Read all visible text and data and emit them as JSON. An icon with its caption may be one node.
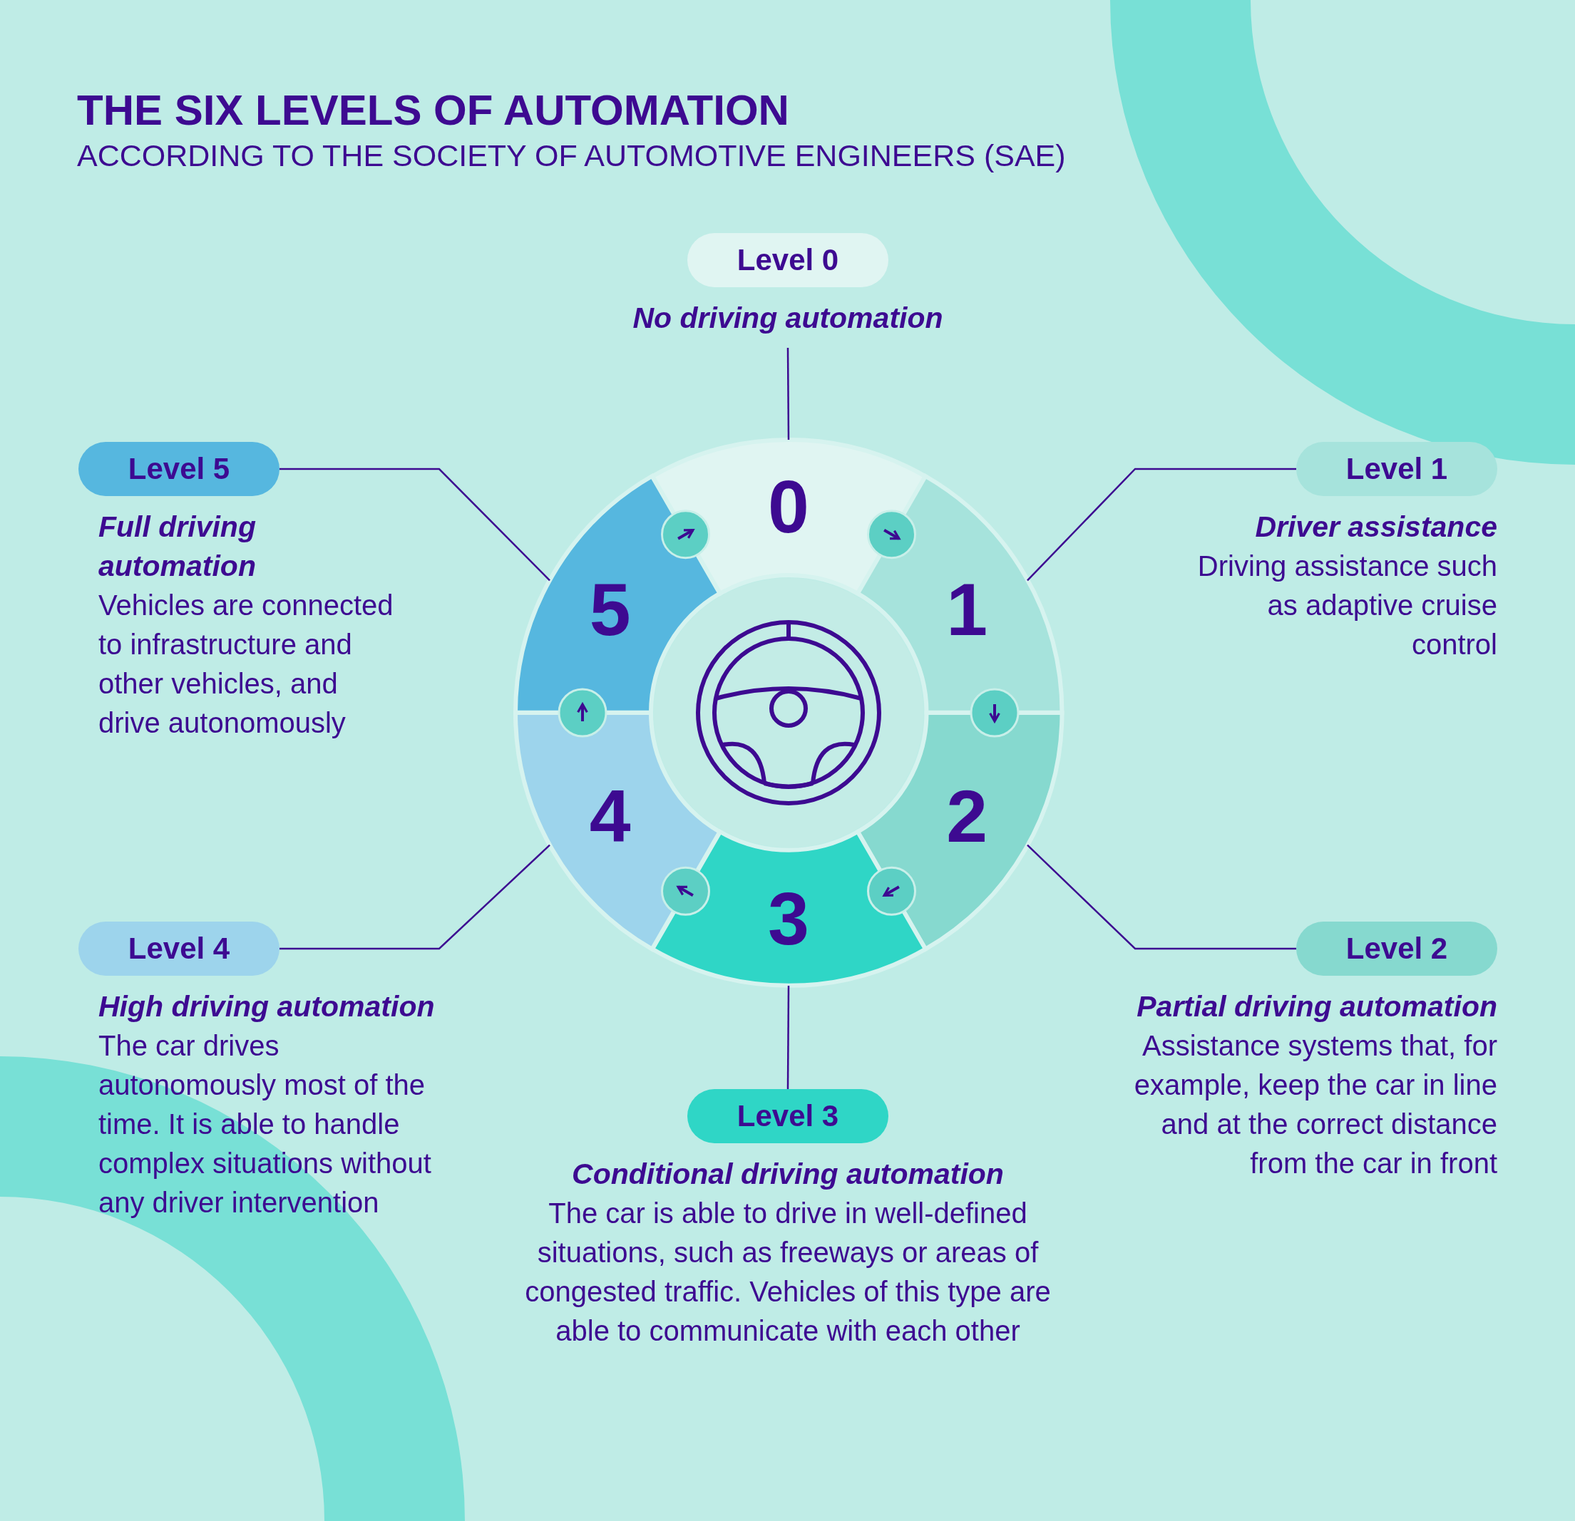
{
  "diagram": {
    "title": "THE SIX LEVELS OF AUTOMATION",
    "nodes": [
      {
        "text": [
          "Level 0"
        ],
        "beside": [
          "No driving automation"
        ]
      },
      {
        "text": [
          "Level 1"
        ],
        "beside": [
          "Driver assistance",
          "Driving assistance such as adaptive cruise control"
        ]
      },
      {
        "text": [
          "Level 2"
        ],
        "beside": [
          "Partial driving automation",
          "Assistance systems that, for example, keep the car in line and at the correct distance from the car in front"
        ]
      },
      {
        "text": [
          "Level 3"
        ],
        "beside": [
          "Conditional driving automation",
          "The car is able to drive in well-defined situations, such as freeways or areas of congested traffic. Vehicles of this type are able to communicate with each other"
        ]
      },
      {
        "text": [
          "Level 4"
        ],
        "beside": [
          "High driving automation",
          "The car drives autonomously most of the time. It is able to handle complex situations without any driver intervention"
        ]
      },
      {
        "text": [
          "Level 5"
        ],
        "beside": [
          "Full driving automation",
          "Vehicles are connected to infrastructure and other vehicles, and drive autonomously"
        ]
      },
      {
        "text": [
          "0"
        ]
      },
      {
        "text": [
          "1"
        ]
      },
      {
        "text": [
          "2"
        ]
      },
      {
        "text": [
          "3"
        ]
      },
      {
        "text": [
          "4"
        ]
      },
      {
        "text": [
          "5"
        ]
      }
    ],
    "edges": [
      {
        "from": 0,
        "to": 6,
        "arrow": "none"
      },
      {
        "from": 1,
        "to": 7,
        "arrow": "none"
      },
      {
        "from": 2,
        "to": 8,
        "arrow": "none"
      },
      {
        "from": 3,
        "to": 9,
        "arrow": "none"
      },
      {
        "from": 4,
        "to": 10,
        "arrow": "none"
      },
      {
        "from": 5,
        "to": 11,
        "arrow": "none"
      },
      {
        "from": 6,
        "to": 7,
        "arrow": "to"
      },
      {
        "from": 7,
        "to": 8,
        "arrow": "to"
      },
      {
        "from": 8,
        "to": 9,
        "arrow": "to"
      },
      {
        "from": 9,
        "to": 10,
        "arrow": "to"
      },
      {
        "from": 10,
        "to": 11,
        "arrow": "to"
      },
      {
        "from": 11,
        "to": 6,
        "arrow": "to"
      }
    ],
    "labels": [
      "ACCORDING TO THE SOCIETY OF AUTOMOTIVE ENGINEERS (SAE)"
    ]
  }
}
